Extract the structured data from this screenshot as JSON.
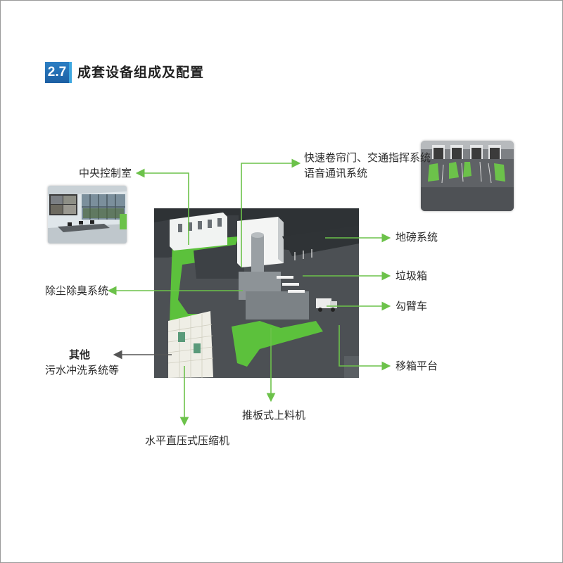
{
  "section": {
    "number": "2.7",
    "title": "成套设备组成及配置"
  },
  "labels": {
    "control_room": "中央控制室",
    "rolling_door_line1": "快速卷帘门、交通指挥系统",
    "rolling_door_line2": "语音通讯系统",
    "weighbridge": "地磅系统",
    "garbage_box": "垃圾箱",
    "hook_arm_truck": "勾臂车",
    "dust_odor": "除尘除臭系统",
    "others_heading": "其他",
    "others_detail": "污水冲洗系统等",
    "box_transfer": "移箱平台",
    "push_plate_feeder": "推板式上料机",
    "horizontal_compactor": "水平直压式压缩机"
  },
  "colors": {
    "accent_green": "#6cc24a",
    "badge_blue": "#1c5fa3",
    "leader_gray": "#555555"
  }
}
